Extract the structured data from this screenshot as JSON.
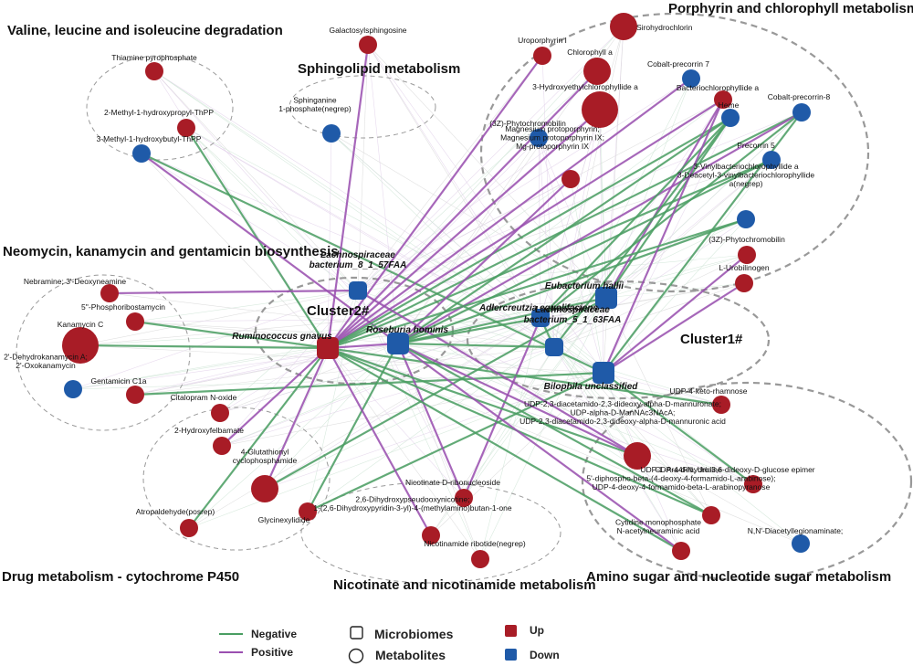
{
  "colors": {
    "up": "#a81c26",
    "down": "#1f5aa8",
    "negative": "#4a9e62",
    "positive": "#9a4fb0",
    "faint_negative": "#cfe5d6",
    "faint_positive": "#e2d2ea",
    "faint_gray": "#d9d9d9",
    "dashed": "#999999"
  },
  "groups": [
    {
      "id": "valine",
      "title": "Valine, leucine and isoleucine degradation"
    },
    {
      "id": "sphingo",
      "title": "Sphingolipid metabolism"
    },
    {
      "id": "porphyrin",
      "title": "Porphyrin and chlorophyll metabolism"
    },
    {
      "id": "neomycin",
      "title": "Neomycin, kanamycin and gentamicin biosynthesis"
    },
    {
      "id": "drug",
      "title": "Drug metabolism - cytochrome P450"
    },
    {
      "id": "nicotinate",
      "title": "Nicotinate and nicotinamide metabolism"
    },
    {
      "id": "aminosugar",
      "title": "Amino sugar and nucleotide sugar metabolism"
    }
  ],
  "clusters": [
    {
      "id": "cluster2",
      "title": "Cluster2#"
    },
    {
      "id": "cluster1",
      "title": "Cluster1#"
    }
  ],
  "microbes": [
    {
      "id": "m1",
      "name": "Lachnospiraceae bacterium_8_1_57FAA",
      "lines": [
        "Lachnospiraceae",
        "bacterium_8_1_57FAA"
      ],
      "status": "down",
      "cluster": "cluster2"
    },
    {
      "id": "m2",
      "name": "Ruminococcus gnavus",
      "lines": [
        "Ruminococcus gnavus"
      ],
      "status": "up",
      "cluster": "cluster2"
    },
    {
      "id": "m3",
      "name": "Roseburia hominis",
      "lines": [
        "Roseburia hominis"
      ],
      "status": "down",
      "cluster": "cluster2"
    },
    {
      "id": "m4",
      "name": "Eubacterium hallii",
      "lines": [
        "Eubacterium hallii"
      ],
      "status": "down",
      "cluster": "cluster1"
    },
    {
      "id": "m5",
      "name": "Adlercreutzia equolifaciens",
      "lines": [
        "Adlercreutzia equolifaciens"
      ],
      "status": "down",
      "cluster": "cluster1"
    },
    {
      "id": "m6",
      "name": "Lachnospiraceae bacterium_5_1_63FAA",
      "lines": [
        "Lachnospiraceae",
        "bacterium_5_1_63FAA"
      ],
      "status": "down",
      "cluster": "cluster1"
    },
    {
      "id": "m7",
      "name": "Bilophila unclassified",
      "lines": [
        "Bilophila unclassified"
      ],
      "status": "down",
      "cluster": "cluster1"
    }
  ],
  "metabolites": [
    {
      "id": "v1",
      "group": "valine",
      "lines": [
        "Thiamine pyrophosphate"
      ],
      "status": "up",
      "size": 1
    },
    {
      "id": "v2",
      "group": "valine",
      "lines": [
        "2-Methyl-1-hydroxypropyl-ThPP"
      ],
      "status": "up",
      "size": 1
    },
    {
      "id": "v3",
      "group": "valine",
      "lines": [
        "3-Methyl-1-hydroxybutyl-ThPP"
      ],
      "status": "down",
      "size": 1
    },
    {
      "id": "s1",
      "group": "sphingo",
      "lines": [
        "Galactosylsphingosine"
      ],
      "status": "up",
      "size": 1
    },
    {
      "id": "s2",
      "group": "sphingo",
      "lines": [
        "Sphinganine",
        "1-phosphate(negrep)"
      ],
      "status": "down",
      "size": 1
    },
    {
      "id": "p1",
      "group": "porphyrin",
      "lines": [
        "Sirohydrochlorin"
      ],
      "status": "up",
      "size": 2
    },
    {
      "id": "p2",
      "group": "porphyrin",
      "lines": [
        "Uroporphyrin I"
      ],
      "status": "up",
      "size": 1
    },
    {
      "id": "p3",
      "group": "porphyrin",
      "lines": [
        "Chlorophyll a"
      ],
      "status": "up",
      "size": 2
    },
    {
      "id": "p4",
      "group": "porphyrin",
      "lines": [
        "3-Hydroxyethylchlorophyllide a"
      ],
      "status": "up",
      "size": 3
    },
    {
      "id": "p5",
      "group": "porphyrin",
      "lines": [
        "Cobalt-precorrin 7"
      ],
      "status": "down",
      "size": 1
    },
    {
      "id": "p6",
      "group": "porphyrin",
      "lines": [
        "Bacteriochlorophyllide a"
      ],
      "status": "up",
      "size": 1
    },
    {
      "id": "p7",
      "group": "porphyrin",
      "lines": [
        "Heme"
      ],
      "status": "down",
      "size": 1
    },
    {
      "id": "p8",
      "group": "porphyrin",
      "lines": [
        "Cobalt-precorrin-8"
      ],
      "status": "down",
      "size": 1
    },
    {
      "id": "p9",
      "group": "porphyrin",
      "lines": [
        "(3Z)-Phytochromobilin"
      ],
      "status": "down",
      "size": 1
    },
    {
      "id": "p10",
      "group": "porphyrin",
      "lines": [
        "Magnesium protoporphyrin;",
        "Magnesium protoporphyrin IX;",
        "Mg-protoporphyrin IX"
      ],
      "status": "up",
      "size": 1
    },
    {
      "id": "p11",
      "group": "porphyrin",
      "lines": [
        "Precorrin 5"
      ],
      "status": "down",
      "size": 1
    },
    {
      "id": "p12",
      "group": "porphyrin",
      "lines": [
        "3-Vinylbacteriochlorophyllide a",
        "3-Deacetyl-3-vinylbacteriochlorophyllide",
        "a(negrep)"
      ],
      "status": "down",
      "size": 1
    },
    {
      "id": "p13",
      "group": "porphyrin",
      "lines": [
        "(3Z)-Phytochromobilin"
      ],
      "status": "up",
      "size": 1
    },
    {
      "id": "p14",
      "group": "porphyrin",
      "lines": [
        "L-Urobilinogen"
      ],
      "status": "up",
      "size": 1
    },
    {
      "id": "n1",
      "group": "neomycin",
      "lines": [
        "Nebramine; 3'-Deoxyneamine"
      ],
      "status": "up",
      "size": 1
    },
    {
      "id": "n2",
      "group": "neomycin",
      "lines": [
        "5''-Phosphoribostamycin"
      ],
      "status": "up",
      "size": 1
    },
    {
      "id": "n3",
      "group": "neomycin",
      "lines": [
        "Kanamycin C"
      ],
      "status": "up",
      "size": 3
    },
    {
      "id": "n4",
      "group": "neomycin",
      "lines": [
        "2'-Dehydrokanamycin A;",
        "2'-Oxokanamycin"
      ],
      "status": "down",
      "size": 1
    },
    {
      "id": "n5",
      "group": "neomycin",
      "lines": [
        "Gentamicin C1a"
      ],
      "status": "up",
      "size": 1
    },
    {
      "id": "d1",
      "group": "drug",
      "lines": [
        "Citalopram N-oxide"
      ],
      "status": "up",
      "size": 1
    },
    {
      "id": "d2",
      "group": "drug",
      "lines": [
        "2-Hydroxyfelbamate"
      ],
      "status": "up",
      "size": 1
    },
    {
      "id": "d3",
      "group": "drug",
      "lines": [
        "4-Glutathionyl",
        "cyclophosphamide"
      ],
      "status": "up",
      "size": 2
    },
    {
      "id": "d4",
      "group": "drug",
      "lines": [
        "Atropaldehyde(posrep)"
      ],
      "status": "up",
      "size": 1
    },
    {
      "id": "d5",
      "group": "drug",
      "lines": [
        "Glycinexylidide"
      ],
      "status": "up",
      "size": 1
    },
    {
      "id": "c1",
      "group": "nicotinate",
      "lines": [
        "Nicotinate D-ribonucleoside"
      ],
      "status": "up",
      "size": 1
    },
    {
      "id": "c2",
      "group": "nicotinate",
      "lines": [
        "2,6-Dihydroxypseudooxynicotine;",
        "1-(2,6-Dihydroxypyridin-3-yl)-4-(methylamino)butan-1-one"
      ],
      "status": "up",
      "size": 1
    },
    {
      "id": "c3",
      "group": "nicotinate",
      "lines": [
        "Nicotinamide ribotide(negrep)"
      ],
      "status": "up",
      "size": 1
    },
    {
      "id": "a1",
      "group": "aminosugar",
      "lines": [
        "UDP-4-keto-rhamnose"
      ],
      "status": "up",
      "size": 1
    },
    {
      "id": "a2",
      "group": "aminosugar",
      "lines": [
        "UDP-2,3-diacetamido-2,3-dideoxy-alpha-D-mannuronate;",
        "UDP-alpha-D-ManNAc3NAcA;",
        "UDP-2,3-diacetamido-2,3-dideoxy-alpha-D-mannuronic acid"
      ],
      "status": "up",
      "size": 2
    },
    {
      "id": "a3",
      "group": "aminosugar",
      "lines": [
        "CDP-4-dehydro-3,6-dideoxy-D-glucose epimer"
      ],
      "status": "up",
      "size": 1
    },
    {
      "id": "a4",
      "group": "aminosugar",
      "lines": [
        "UDP-L-Ara4FN; Uridine",
        "5'-diphospho-beta-(4-deoxy-4-formamido-L-arabinose);",
        "UDP-4-deoxy-4-formamido-beta-L-arabinopyranose"
      ],
      "status": "up",
      "size": 1
    },
    {
      "id": "a5",
      "group": "aminosugar",
      "lines": [
        "Cytidine monophosphate",
        "N-acetylneuraminic acid"
      ],
      "status": "up",
      "size": 1
    },
    {
      "id": "a6",
      "group": "aminosugar",
      "lines": [
        "N,N'-Diacetyllegionaminate;"
      ],
      "status": "down",
      "size": 1
    }
  ],
  "edges": [
    {
      "from": "m2",
      "to": "v2",
      "type": "negative"
    },
    {
      "from": "m3",
      "to": "v3",
      "type": "positive"
    },
    {
      "from": "m7",
      "to": "v3",
      "type": "negative"
    },
    {
      "from": "m2",
      "to": "s1",
      "type": "positive"
    },
    {
      "from": "m2",
      "to": "p2",
      "type": "positive"
    },
    {
      "from": "m2",
      "to": "p3",
      "type": "positive"
    },
    {
      "from": "m2",
      "to": "p4",
      "type": "positive"
    },
    {
      "from": "m2",
      "to": "p5",
      "type": "positive"
    },
    {
      "from": "m2",
      "to": "p6",
      "type": "positive"
    },
    {
      "from": "m2",
      "to": "p7",
      "type": "negative"
    },
    {
      "from": "m2",
      "to": "p8",
      "type": "negative"
    },
    {
      "from": "m2",
      "to": "p11",
      "type": "negative"
    },
    {
      "from": "m3",
      "to": "p7",
      "type": "negative"
    },
    {
      "from": "m3",
      "to": "p8",
      "type": "positive"
    },
    {
      "from": "m3",
      "to": "p10",
      "type": "positive"
    },
    {
      "from": "m3",
      "to": "p11",
      "type": "negative"
    },
    {
      "from": "m3",
      "to": "p12",
      "type": "negative"
    },
    {
      "from": "m4",
      "to": "p6",
      "type": "positive"
    },
    {
      "from": "m4",
      "to": "p7",
      "type": "negative"
    },
    {
      "from": "m5",
      "to": "p7",
      "type": "negative"
    },
    {
      "from": "m5",
      "to": "p8",
      "type": "negative"
    },
    {
      "from": "m6",
      "to": "p7",
      "type": "negative"
    },
    {
      "from": "m7",
      "to": "p6",
      "type": "positive"
    },
    {
      "from": "m7",
      "to": "p8",
      "type": "negative"
    },
    {
      "from": "m7",
      "to": "p13",
      "type": "positive"
    },
    {
      "from": "m7",
      "to": "p14",
      "type": "positive"
    },
    {
      "from": "m2",
      "to": "p12",
      "type": "negative"
    },
    {
      "from": "m1",
      "to": "n1",
      "type": "positive"
    },
    {
      "from": "m2",
      "to": "n2",
      "type": "negative"
    },
    {
      "from": "m2",
      "to": "n3",
      "type": "negative"
    },
    {
      "from": "m7",
      "to": "n5",
      "type": "negative"
    },
    {
      "from": "m2",
      "to": "d2",
      "type": "positive"
    },
    {
      "from": "m2",
      "to": "d4",
      "type": "negative"
    },
    {
      "from": "m2",
      "to": "d3",
      "type": "positive"
    },
    {
      "from": "m3",
      "to": "d5",
      "type": "negative"
    },
    {
      "from": "m4",
      "to": "d3",
      "type": "negative"
    },
    {
      "from": "m7",
      "to": "d5",
      "type": "negative"
    },
    {
      "from": "m2",
      "to": "c2",
      "type": "positive"
    },
    {
      "from": "m5",
      "to": "c1",
      "type": "positive"
    },
    {
      "from": "m3",
      "to": "c1",
      "type": "positive"
    },
    {
      "from": "m2",
      "to": "a1",
      "type": "negative"
    },
    {
      "from": "m2",
      "to": "a2",
      "type": "negative"
    },
    {
      "from": "m2",
      "to": "a4",
      "type": "negative"
    },
    {
      "from": "m2",
      "to": "a5",
      "type": "negative"
    },
    {
      "from": "m3",
      "to": "a2",
      "type": "positive"
    },
    {
      "from": "m3",
      "to": "a5",
      "type": "positive"
    },
    {
      "from": "m3",
      "to": "a4",
      "type": "negative"
    },
    {
      "from": "m7",
      "to": "a3",
      "type": "negative"
    },
    {
      "from": "m1",
      "to": "a2",
      "type": "positive"
    },
    {
      "from": "m3",
      "to": "m6",
      "type": "negative"
    },
    {
      "from": "m3",
      "to": "m5",
      "type": "negative"
    },
    {
      "from": "m3",
      "to": "m4",
      "type": "negative"
    },
    {
      "from": "m2",
      "to": "m3",
      "type": "positive"
    },
    {
      "from": "m5",
      "to": "m6",
      "type": "negative"
    }
  ],
  "legend": {
    "edges": [
      {
        "label": "Negative",
        "type": "negative"
      },
      {
        "label": "Positive",
        "type": "positive"
      }
    ],
    "shapes": [
      {
        "label": "Microbiomes",
        "shape": "square"
      },
      {
        "label": "Metabolites",
        "shape": "circle"
      }
    ],
    "statuses": [
      {
        "label": "Up",
        "status": "up"
      },
      {
        "label": "Down",
        "status": "down"
      }
    ]
  }
}
